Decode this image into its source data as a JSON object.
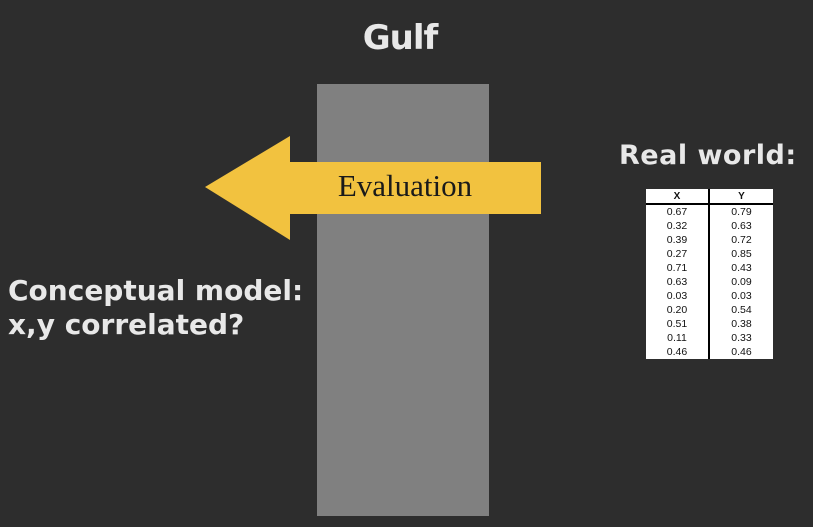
{
  "title": "Gulf",
  "arrow": {
    "label": "Evaluation",
    "color": "#f2c23f",
    "direction": "left"
  },
  "gulf_bar_color": "#808080",
  "conceptual_model": {
    "line1": "Conceptual model:",
    "line2": "x,y correlated?"
  },
  "real_world": {
    "label": "Real world:",
    "table": {
      "headers": [
        "X",
        "Y"
      ],
      "rows": [
        [
          "0.67",
          "0.79"
        ],
        [
          "0.32",
          "0.63"
        ],
        [
          "0.39",
          "0.72"
        ],
        [
          "0.27",
          "0.85"
        ],
        [
          "0.71",
          "0.43"
        ],
        [
          "0.63",
          "0.09"
        ],
        [
          "0.03",
          "0.03"
        ],
        [
          "0.20",
          "0.54"
        ],
        [
          "0.51",
          "0.38"
        ],
        [
          "0.11",
          "0.33"
        ],
        [
          "0.46",
          "0.46"
        ]
      ]
    }
  }
}
